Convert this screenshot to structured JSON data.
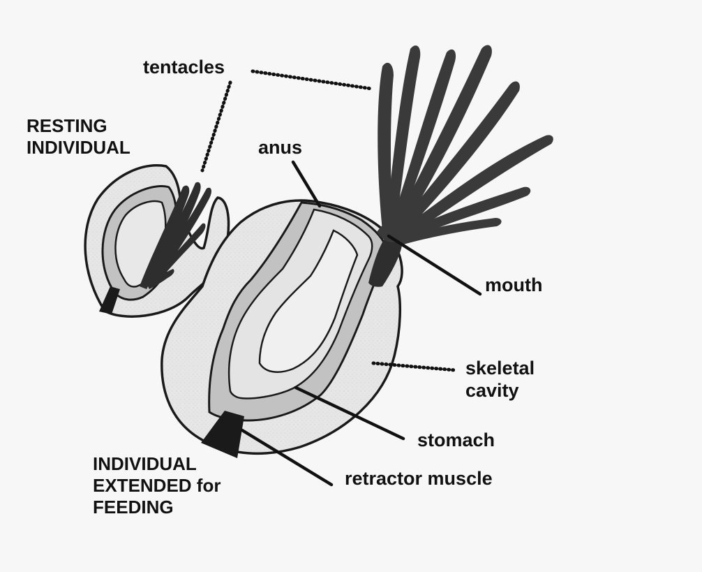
{
  "figure": {
    "labels": {
      "tentacles": "tentacles",
      "anus": "anus",
      "mouth": "mouth",
      "skeletal_cavity_line1": "skeletal",
      "skeletal_cavity_line2": "cavity",
      "stomach": "stomach",
      "retractor_muscle": "retractor muscle",
      "resting_line1": "RESTING",
      "resting_line2": "INDIVIDUAL",
      "extended_line1": "INDIVIDUAL",
      "extended_line2": "EXTENDED for",
      "extended_line3": "FEEDING"
    },
    "colors": {
      "background": "#f7f7f7",
      "body_fill": "#e6e6e6",
      "gut_fill": "#c2c2c2",
      "lumen_fill": "#eeeeee",
      "tentacle_fill": "#3a3a3a",
      "outline": "#1a1a1a",
      "text": "#111111"
    }
  }
}
